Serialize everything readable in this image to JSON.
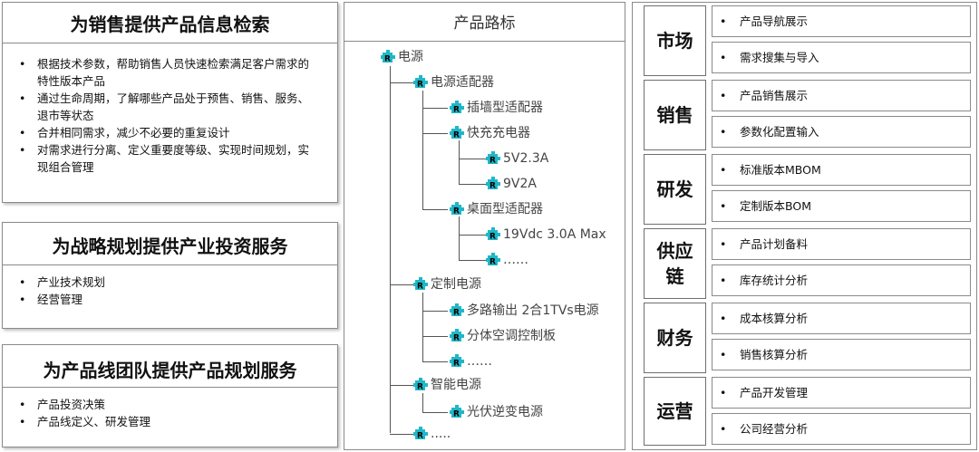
{
  "left": {
    "sales": {
      "title": "为销售提供产品信息检索",
      "bullets": [
        "根据技术参数，帮助销售人员快速检索满足客户需求的特性版本产品",
        "通过生命周期，了解哪些产品处于预售、销售、服务、退市等状态",
        "合并相同需求，减少不必要的重复设计",
        "对需求进行分离、定义重要度等级、实现时间规划，实现组合管理"
      ]
    },
    "strategy": {
      "title": "为战略规划提供产业投资服务",
      "bullets": [
        "产业技术规划",
        "经营管理"
      ]
    },
    "productline": {
      "title": "为产品线团队提供产品规划服务",
      "bullets": [
        "产品投资决策",
        "产品线定义、研发管理"
      ]
    }
  },
  "tree": {
    "title": "产品路标",
    "icon_letter": "R",
    "icon_color": "#1fb7c8",
    "nodes": [
      "电源",
      "电源适配器",
      "插墙型适配器",
      "快充充电器",
      "5V2.3A",
      "9V2A",
      "桌面型适配器",
      "19Vdc 3.0A Max",
      "……",
      "定制电源",
      "多路输出 2合1TVs电源",
      "分体空调控制板",
      "……",
      "智能电源",
      "光伏逆变电源",
      "....."
    ]
  },
  "right": {
    "departments": [
      {
        "name": "市场",
        "items": [
          "产品导航展示",
          "需求搜集与导入"
        ]
      },
      {
        "name": "销售",
        "items": [
          "产品销售展示",
          "参数化配置输入"
        ]
      },
      {
        "name": "研发",
        "items": [
          "标准版本MBOM",
          "定制版本BOM"
        ]
      },
      {
        "name": "供应\n链",
        "items": [
          "产品计划备料",
          "库存统计分析"
        ]
      },
      {
        "name": "财务",
        "items": [
          "成本核算分析",
          "销售核算分析"
        ]
      },
      {
        "name": "运营",
        "items": [
          "产品开发管理",
          "公司经营分析"
        ]
      }
    ]
  }
}
